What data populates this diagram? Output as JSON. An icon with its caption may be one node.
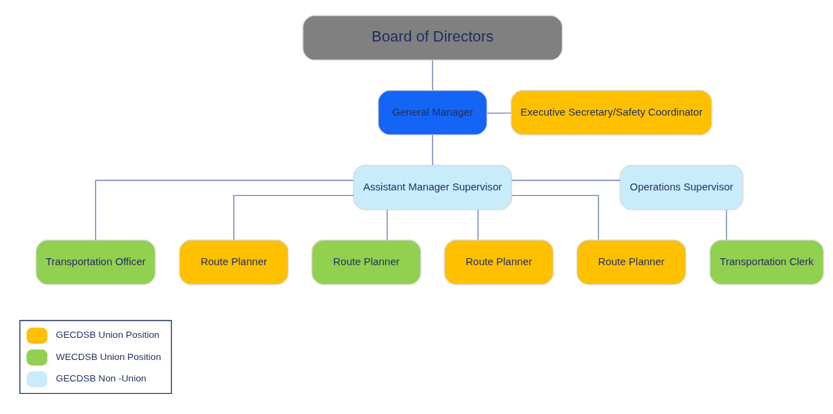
{
  "diagram": {
    "nodes": [
      {
        "text": [
          "Board of Directors"
        ]
      },
      {
        "text": [
          "General Manager"
        ]
      },
      {
        "text": [
          "Executive Secretary/Safety Coordinator"
        ]
      },
      {
        "text": [
          "Assistant Manager Supervisor"
        ]
      },
      {
        "text": [
          "Operations Supervisor"
        ]
      },
      {
        "text": [
          "Transportation Officer"
        ]
      },
      {
        "text": [
          "Route Planner"
        ]
      },
      {
        "text": [
          "Route Planner"
        ]
      },
      {
        "text": [
          "Route Planner"
        ]
      },
      {
        "text": [
          "Route Planner"
        ]
      },
      {
        "text": [
          "Transportation Clerk"
        ]
      }
    ],
    "edges": [
      {
        "from": 0,
        "to": 1,
        "arrow": "none"
      },
      {
        "from": 1,
        "to": 2,
        "arrow": "none"
      },
      {
        "from": 1,
        "to": 3,
        "arrow": "none"
      },
      {
        "from": 3,
        "to": 4,
        "arrow": "none"
      },
      {
        "from": 3,
        "to": 5,
        "arrow": "none"
      },
      {
        "from": 3,
        "to": 6,
        "arrow": "none"
      },
      {
        "from": 3,
        "to": 7,
        "arrow": "none"
      },
      {
        "from": 3,
        "to": 8,
        "arrow": "none"
      },
      {
        "from": 3,
        "to": 9,
        "arrow": "none"
      },
      {
        "from": 4,
        "to": 10,
        "arrow": "none"
      }
    ],
    "legend": [
      {
        "text": "GECDSB Union Position",
        "color": "#ffc000"
      },
      {
        "text": "WECDSB Union Position",
        "color": "#92d050"
      },
      {
        "text": "GECDSB Non -Union",
        "color": "#c9ecfb"
      }
    ]
  }
}
